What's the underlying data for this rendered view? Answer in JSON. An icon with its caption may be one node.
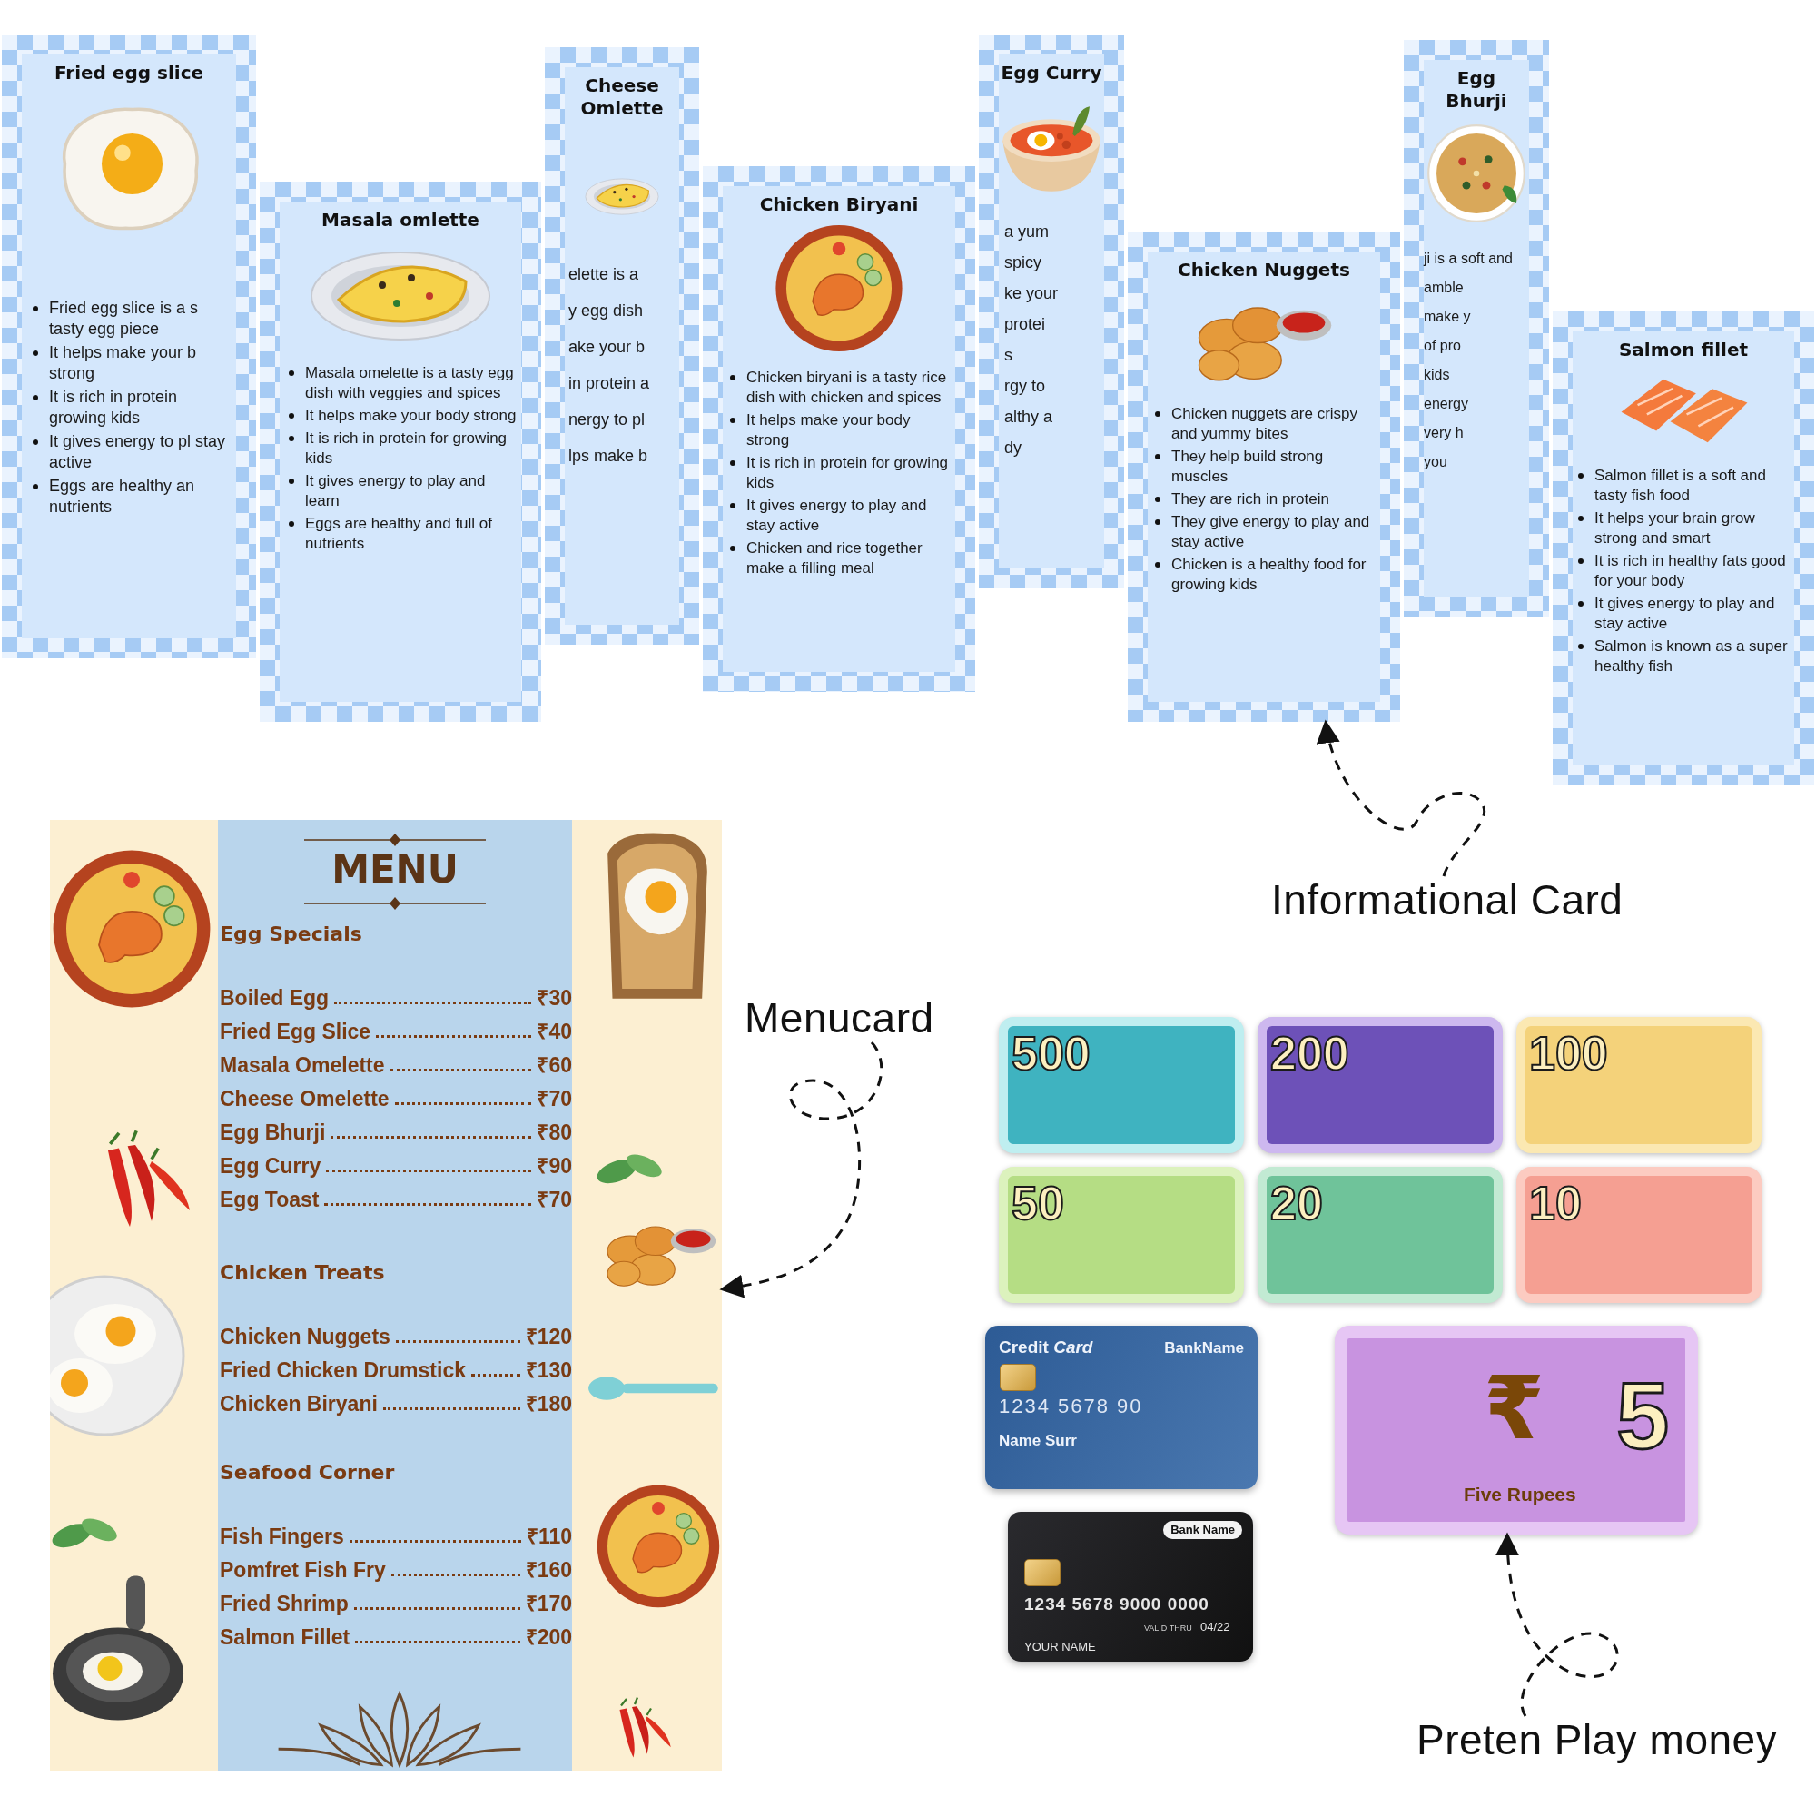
{
  "diagram": {
    "nodes": [
      {
        "text": [
          "Fried egg slice",
          "Fried egg slice is a s tasty egg piece",
          "It helps make your b strong",
          "It is rich in protein growing kids",
          "It gives energy to pl stay active",
          "Eggs are healthy an nutrients"
        ]
      },
      {
        "text": [
          "Cheese Omlette",
          "elette is a",
          "y egg dish",
          "ake your b",
          "in protein a",
          "nergy to pl",
          "lps make b"
        ]
      },
      {
        "text": [
          "Egg Curry",
          "a yum",
          "spicy",
          "ke your",
          "protei",
          "s",
          "rgy to",
          "althy a",
          "dy"
        ]
      },
      {
        "text": [
          "Egg Bhurji",
          "ji is a soft and",
          "amble",
          "make y",
          "of pro",
          "kids",
          "energy",
          "very h",
          "you"
        ]
      },
      {
        "text": [
          "Masala omlette",
          "Masala omelette is a tasty egg dish with veggies and spices",
          "It helps make your body strong",
          "It is rich in protein for growing kids",
          "It gives energy to play and learn",
          "Eggs are healthy and full of nutrients"
        ]
      },
      {
        "text": [
          "Chicken Biryani",
          "Chicken biryani is a tasty rice dish with chicken and spices",
          "It helps make your body strong",
          "It is rich in protein for growing kids",
          "It gives energy to play and stay active",
          "Chicken and rice together make a filling meal"
        ]
      },
      {
        "text": [
          "Chicken Nuggets",
          "Chicken nuggets are crispy and yummy bites",
          "They help build strong muscles",
          "They are rich in protein",
          "They give energy to play and stay active",
          "Chicken is a healthy food for growing kids"
        ]
      },
      {
        "text": [
          "Salmon fillet",
          "Salmon fillet is a soft and tasty fish food",
          "It helps your brain grow strong and smart",
          "It is rich in healthy fats good for your body",
          "It gives energy to play and stay active",
          "Salmon is known as a super healthy fish"
        ]
      },
      {
        "text": [
          "Informational Card"
        ]
      },
      {
        "text": [
          "MENU",
          "Egg Specials",
          "Boiled Egg",
          "₹30",
          "Fried Egg Slice",
          "₹40",
          "Masala Omelette",
          "₹60",
          "Cheese Omelette",
          "₹70",
          "Egg Bhurji",
          "₹80",
          "Egg Curry",
          "₹90",
          "Egg Toast",
          "₹70",
          "Chicken Treats",
          "Chicken Nuggets",
          "₹120",
          "Fried Chicken Drumstick",
          "₹130",
          "Chicken Biryani",
          "₹180",
          "Seafood Corner",
          "Fish Fingers",
          "₹110",
          "Pomfret Fish Fry",
          "₹160",
          "Fried Shrimp",
          "₹170",
          "Salmon Fillet",
          "₹200"
        ]
      },
      {
        "text": [
          "Menucard"
        ]
      },
      {
        "text": [
          "500"
        ]
      },
      {
        "text": [
          "200"
        ]
      },
      {
        "text": [
          "100"
        ]
      },
      {
        "text": [
          "50"
        ]
      },
      {
        "text": [
          "20"
        ]
      },
      {
        "text": [
          "10"
        ]
      },
      {
        "text": [
          "₹",
          "5",
          "Five Rupees"
        ]
      },
      {
        "text": [
          "Credit *Card*",
          "BankName",
          "1234 5678 90",
          "Name Surr"
        ]
      },
      {
        "text": [
          "Bank Name",
          "1234 5678 9000 0000",
          "VALID THRU",
          "04/22",
          "YOUR NAME"
        ]
      },
      {
        "text": [
          "Preten Play money"
        ]
      }
    ],
    "edges": [
      {
        "from": 8,
        "to": 6,
        "arrow": "to",
        "style": "dashed"
      },
      {
        "from": 10,
        "to": 9,
        "arrow": "to",
        "style": "dashed"
      },
      {
        "from": 20,
        "to": 17,
        "arrow": "to",
        "style": "dashed"
      }
    ]
  }
}
